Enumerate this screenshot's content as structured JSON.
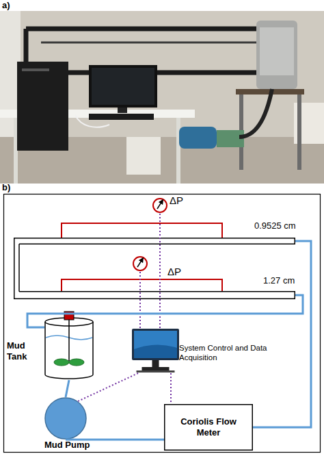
{
  "diagram": {
    "nodes": [
      {
        "text": [
          "ΔP"
        ]
      },
      {
        "text": [
          "0.9525 cm"
        ]
      },
      {
        "text": [
          "ΔP"
        ]
      },
      {
        "text": [
          "1.27 cm"
        ]
      },
      {
        "text": [
          "Mud Tank"
        ]
      },
      {
        "text": [
          "System Control and Data Acquisition"
        ]
      },
      {
        "text": [
          "Mud Pump"
        ]
      },
      {
        "text": [
          "Coriolis Flow Meter"
        ]
      }
    ],
    "edges": [
      {
        "from": 0,
        "to": 5,
        "arrow": "none"
      },
      {
        "from": 2,
        "to": 5,
        "arrow": "none"
      },
      {
        "from": 5,
        "to": 6,
        "arrow": "none"
      },
      {
        "from": 5,
        "to": 7,
        "arrow": "none"
      },
      {
        "from": 4,
        "to": 6,
        "arrow": "none"
      },
      {
        "from": 6,
        "to": 7,
        "arrow": "none"
      },
      {
        "from": 7,
        "to": 1,
        "arrow": "none"
      },
      {
        "from": 3,
        "to": 4,
        "arrow": "none"
      }
    ],
    "labels": [
      "a)",
      "b)"
    ]
  }
}
